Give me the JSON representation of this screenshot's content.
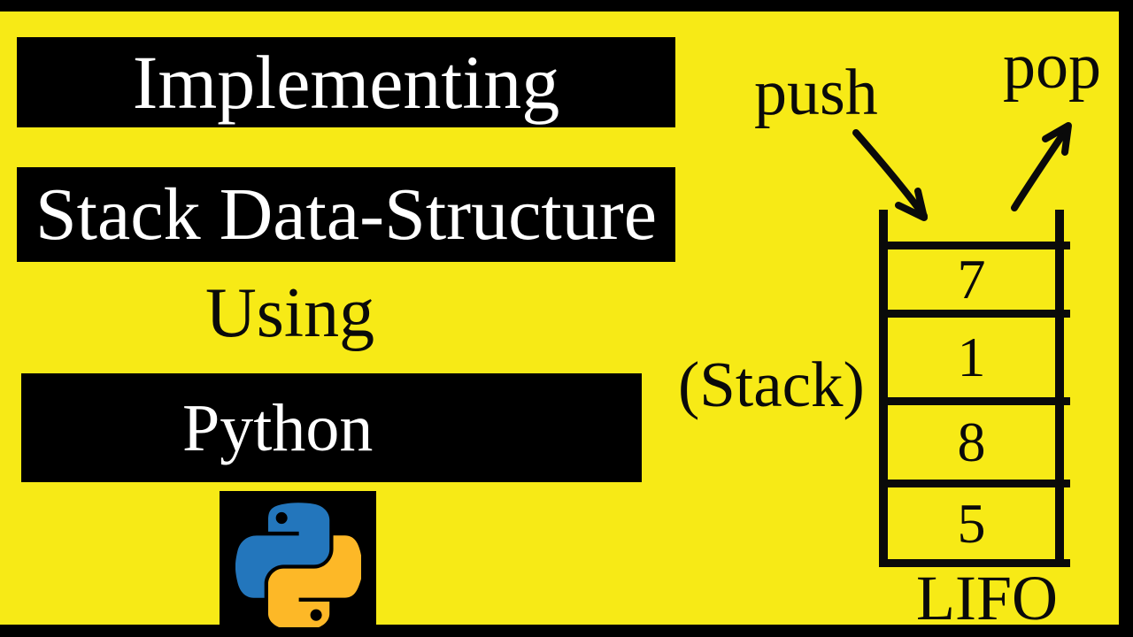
{
  "colors": {
    "bg": "#F7EA16",
    "frame": "#000000",
    "box": "#000000",
    "box-text": "#FFFFFF",
    "ink": "#0A0A0A",
    "py-blue": "#2376BC",
    "py-yellow": "#FDB827"
  },
  "titles": {
    "line1": "Implementing",
    "line2": "Stack Data-Structure",
    "line3": "Using",
    "line4": "Python"
  },
  "logo": {
    "icon": "python-logo"
  },
  "diagram": {
    "push_label": "push",
    "pop_label": "pop",
    "stack_label": "(Stack)",
    "lifo_label": "LIFO",
    "cells": [
      "7",
      "1",
      "8",
      "5"
    ]
  }
}
